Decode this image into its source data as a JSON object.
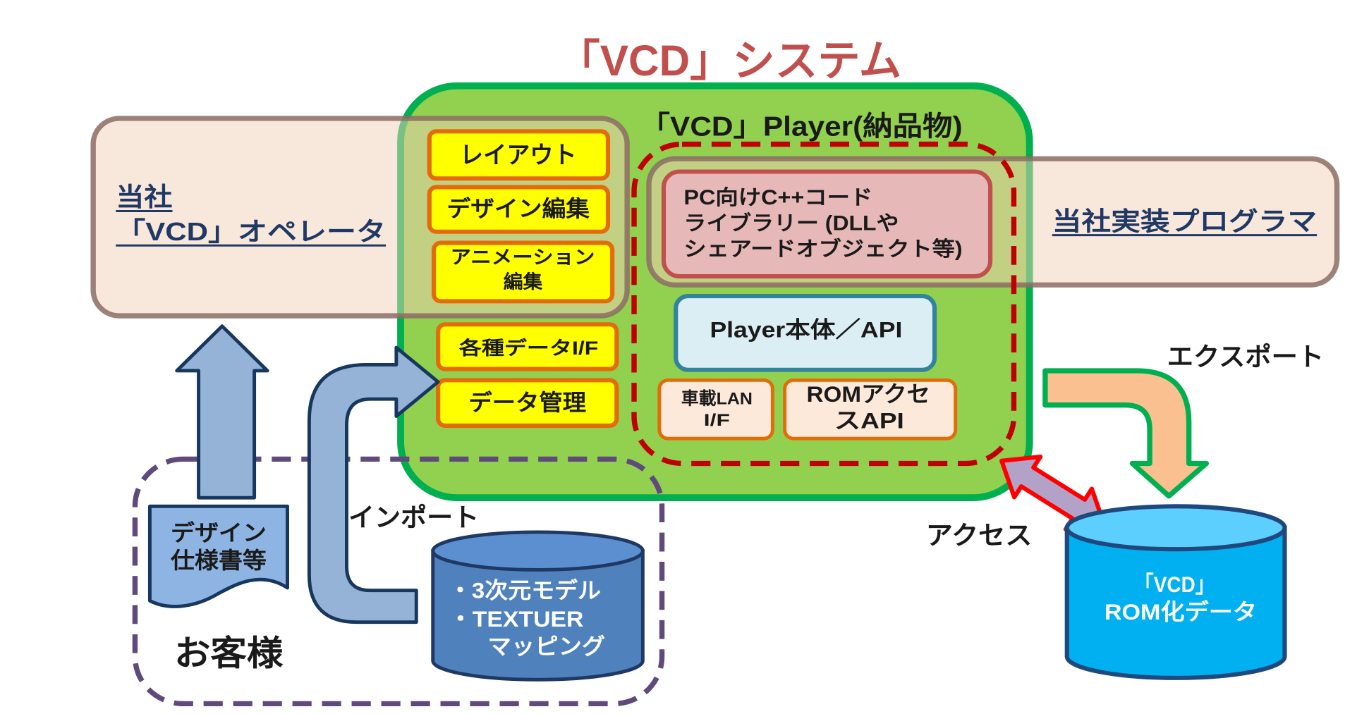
{
  "title": "「VCD」システム",
  "operator": {
    "line1": "当社",
    "line2": "「VCD」オペレータ"
  },
  "programmer": {
    "label": "当社実装プログラマ"
  },
  "player": {
    "title": "「VCD」Player(納品物)",
    "library_lines": [
      "PC向けC++コード",
      "ライブラリー (DLLや",
      "シェアードオブジェクト等)"
    ],
    "core": "Player本体／API",
    "lan_if_lines": [
      "車載LAN",
      "I/F"
    ],
    "rom_access_lines": [
      "ROMアクセ",
      "スAPI"
    ]
  },
  "tools": {
    "layout": "レイアウト",
    "design_edit": "デザイン編集",
    "animation_edit_lines": [
      "アニメーション",
      "編集"
    ],
    "data_if": "各種データI/F",
    "data_management": "データ管理"
  },
  "customer": {
    "label": "お客様",
    "spec_doc_lines": [
      "デザイン",
      "仕様書等"
    ],
    "assets_lines": [
      "・3次元モデル",
      "・TEXTUER",
      "マッピング"
    ]
  },
  "flows": {
    "import": "インポート",
    "export": "エクスポート",
    "access": "アクセス"
  },
  "rom_data": {
    "lines": [
      "「VCD」",
      "ROM化データ"
    ]
  },
  "colors": {
    "title": "#c0504d",
    "system_fill": "#92d050",
    "system_border": "#00b050",
    "player_dashed_border": "#c00000",
    "library_fill": "#e6b9b8",
    "core_fill": "#dbeef4",
    "tool_fill": "#ffff00",
    "customer_dashed_border": "#604a7b",
    "arrow_blue": "#95b3d7",
    "assets_cylinder": "#4f81bd",
    "rom_cylinder": "#00b0f0",
    "export_arrow": "#fac090",
    "access_arrow": "#b3a2c7"
  }
}
